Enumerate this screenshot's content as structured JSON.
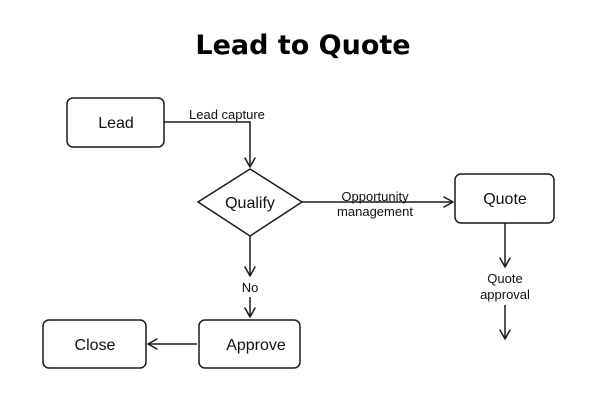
{
  "title": "Lead to Quote",
  "colors": {
    "stroke": "#1a1a1a",
    "fill": "#ffffff",
    "text": "#111111",
    "background": "#ffffff"
  },
  "nodes": {
    "lead": {
      "label": "Lead",
      "shape": "rounded-rect"
    },
    "qualify": {
      "label": "Qualify",
      "shape": "diamond"
    },
    "quote": {
      "label": "Quote",
      "shape": "rounded-rect"
    },
    "approve": {
      "label": "Approve",
      "shape": "rounded-rect"
    },
    "close": {
      "label": "Close",
      "shape": "rounded-rect"
    }
  },
  "edges": {
    "lead_capture": {
      "from": "Lead",
      "to": "Qualify",
      "label": "Lead capture"
    },
    "opportunity": {
      "from": "Qualify",
      "to": "Quote",
      "label_line1": "Opportunity",
      "label_line2": "management"
    },
    "no": {
      "from": "Qualify",
      "to": "Approve",
      "label": "No"
    },
    "quote_approval": {
      "from": "Quote",
      "to": "",
      "label_line1": "Quote",
      "label_line2": "approval"
    },
    "approve_close": {
      "from": "Approve",
      "to": "Close",
      "label": ""
    }
  }
}
